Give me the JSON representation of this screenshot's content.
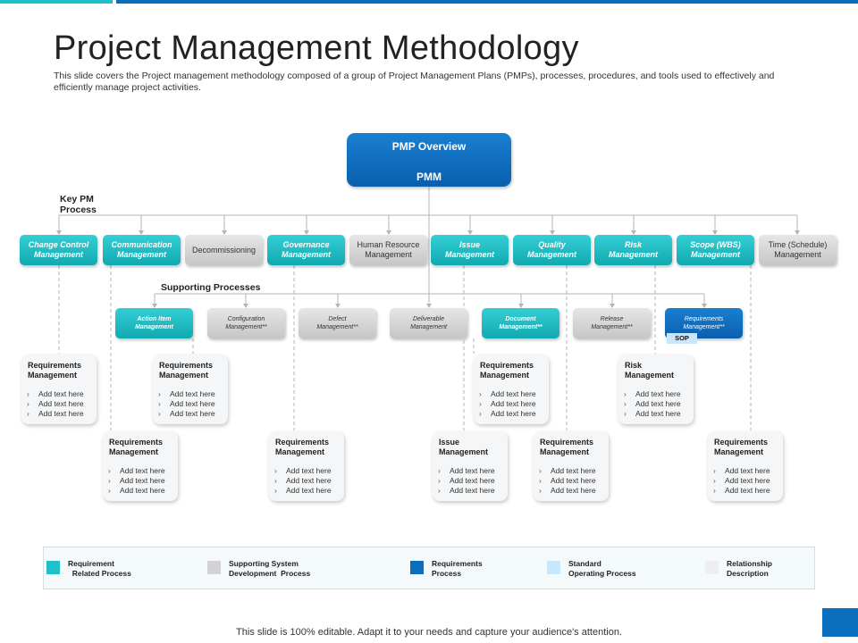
{
  "title": "Project Management Methodology",
  "subtitle": "This slide covers the Project management methodology composed of a group of Project Management Plans (PMPs), processes, procedures, and tools used to effectively and efficiently manage project activities.",
  "pmp": {
    "line1": "PMP Overview",
    "line2": "PMM"
  },
  "key_pm_label": "Key PM\nProcess",
  "supporting_label": "Supporting Processes",
  "key_processes": [
    {
      "label": "Change Control\nManagement",
      "style": "teal"
    },
    {
      "label": "Communication\nManagement",
      "style": "teal"
    },
    {
      "label": "Decommissioning",
      "style": "gray"
    },
    {
      "label": "Governance\nManagement",
      "style": "teal"
    },
    {
      "label": "Human Resource\nManagement",
      "style": "gray"
    },
    {
      "label": "Issue\nManagement",
      "style": "teal"
    },
    {
      "label": "Quality\nManagement",
      "style": "teal"
    },
    {
      "label": "Risk\nManagement",
      "style": "teal"
    },
    {
      "label": "Scope (WBS)\nManagement",
      "style": "teal"
    },
    {
      "label": "Time (Schedule)\nManagement",
      "style": "gray"
    }
  ],
  "supporting_processes": [
    {
      "label": "Action Item\nManagement",
      "style": "teal"
    },
    {
      "label": "Configuration\nManagement**",
      "style": "gray"
    },
    {
      "label": "Defect\nManagement**",
      "style": "gray"
    },
    {
      "label": "Deliverable\nManagement",
      "style": "gray"
    },
    {
      "label": "Document\nManagement**",
      "style": "teal"
    },
    {
      "label": "Release\nManagement**",
      "style": "gray"
    },
    {
      "label": "Requirements\nManagement**",
      "style": "blue"
    }
  ],
  "sop_badge": "SOP",
  "cards": [
    {
      "title": "Requirements\nManagement",
      "items": [
        "Add text here",
        "Add text here",
        "Add text here"
      ]
    },
    {
      "title": "Requirements\nManagement",
      "items": [
        "Add text here",
        "Add text here",
        "Add text here"
      ]
    },
    {
      "title": "Requirements\nManagement",
      "items": [
        "Add text here",
        "Add text here",
        "Add text here"
      ]
    },
    {
      "title": "Risk\nManagement",
      "items": [
        "Add text here",
        "Add text here",
        "Add text here"
      ]
    },
    {
      "title": "Requirements\nManagement",
      "items": [
        "Add text here",
        "Add text here",
        "Add text here"
      ]
    },
    {
      "title": "Requirements\nManagement",
      "items": [
        "Add text here",
        "Add text here",
        "Add text here"
      ]
    },
    {
      "title": "Issue\nManagement",
      "items": [
        "Add text here",
        "Add text here",
        "Add text here"
      ]
    },
    {
      "title": "Requirements\nManagement",
      "items": [
        "Add text here",
        "Add text here",
        "Add text here"
      ]
    },
    {
      "title": "Requirements\nManagement",
      "items": [
        "Add text here",
        "Add text here",
        "Add text here"
      ]
    }
  ],
  "legend": [
    {
      "label": "Requirement\n  Related Process",
      "color": "#20c0c8"
    },
    {
      "label": "Supporting System\nDevelopment  Process",
      "color": "#d3d3d3"
    },
    {
      "label": "Requirements\nProcess",
      "color": "#0a6ebd"
    },
    {
      "label": "Standard\nOperating Process",
      "color": "#c8e7fb"
    },
    {
      "label": "Relationship\nDescription",
      "color": "#eeeeee"
    }
  ],
  "footer": "This slide is 100% editable. Adapt it to your needs and capture your audience's attention.",
  "colors": {
    "accent_teal": "#20c0c8",
    "accent_blue": "#0a6ebd"
  }
}
